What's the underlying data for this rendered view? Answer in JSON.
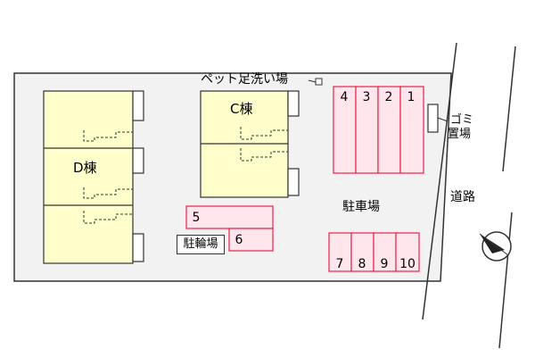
{
  "buildings": {
    "d": {
      "label": "D棟"
    },
    "c": {
      "label": "C棟"
    }
  },
  "facilities": {
    "pet_wash": "ペット足洗い場",
    "garbage": [
      "ゴミ",
      "置場"
    ],
    "parking": "駐車場",
    "road": "道路",
    "bicycle": "駐輪場"
  },
  "parking_top": [
    "4",
    "3",
    "2",
    "1"
  ],
  "parking_bottom": [
    "7",
    "8",
    "9",
    "10"
  ],
  "parking_mid": [
    "5",
    "6"
  ],
  "colors": {
    "building_fill": "#ffffcc",
    "parking_stroke": "#e8214a",
    "parking_fill": "#ffe6ec",
    "site_fill": "#f2f2f2"
  }
}
